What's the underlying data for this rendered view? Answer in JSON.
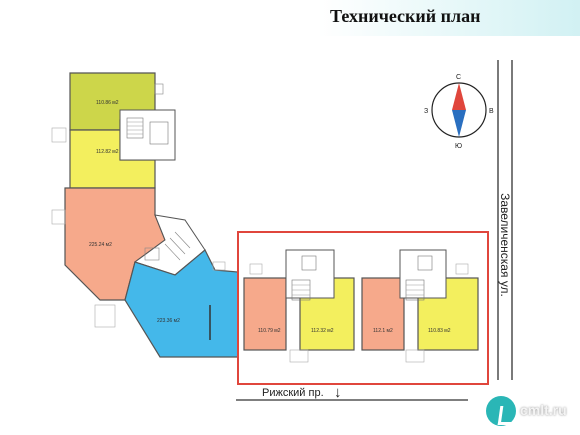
{
  "title": "Технический план",
  "compass": {
    "north": "С",
    "south": "Ю",
    "west": "З",
    "east": "В"
  },
  "streets": {
    "right": "Завеличенская ул.",
    "bottom": "Рижский пр."
  },
  "areas": {
    "olive": "110.86 м2",
    "yellow_left": "112.82 м2",
    "salmon_left": "225.24 м2",
    "blue": "223.36 м2",
    "salmon_a": "110.79 м2",
    "yellow_a": "112.32 м2",
    "salmon_b": "112.1 м2",
    "yellow_b": "110.83 м2"
  },
  "colors": {
    "olive": "#cdd64a",
    "yellow": "#f3ef5e",
    "salmon": "#f6a98b",
    "blue": "#44b8ea",
    "highlight": "#e0463c"
  },
  "watermark": "cmlt.ru"
}
